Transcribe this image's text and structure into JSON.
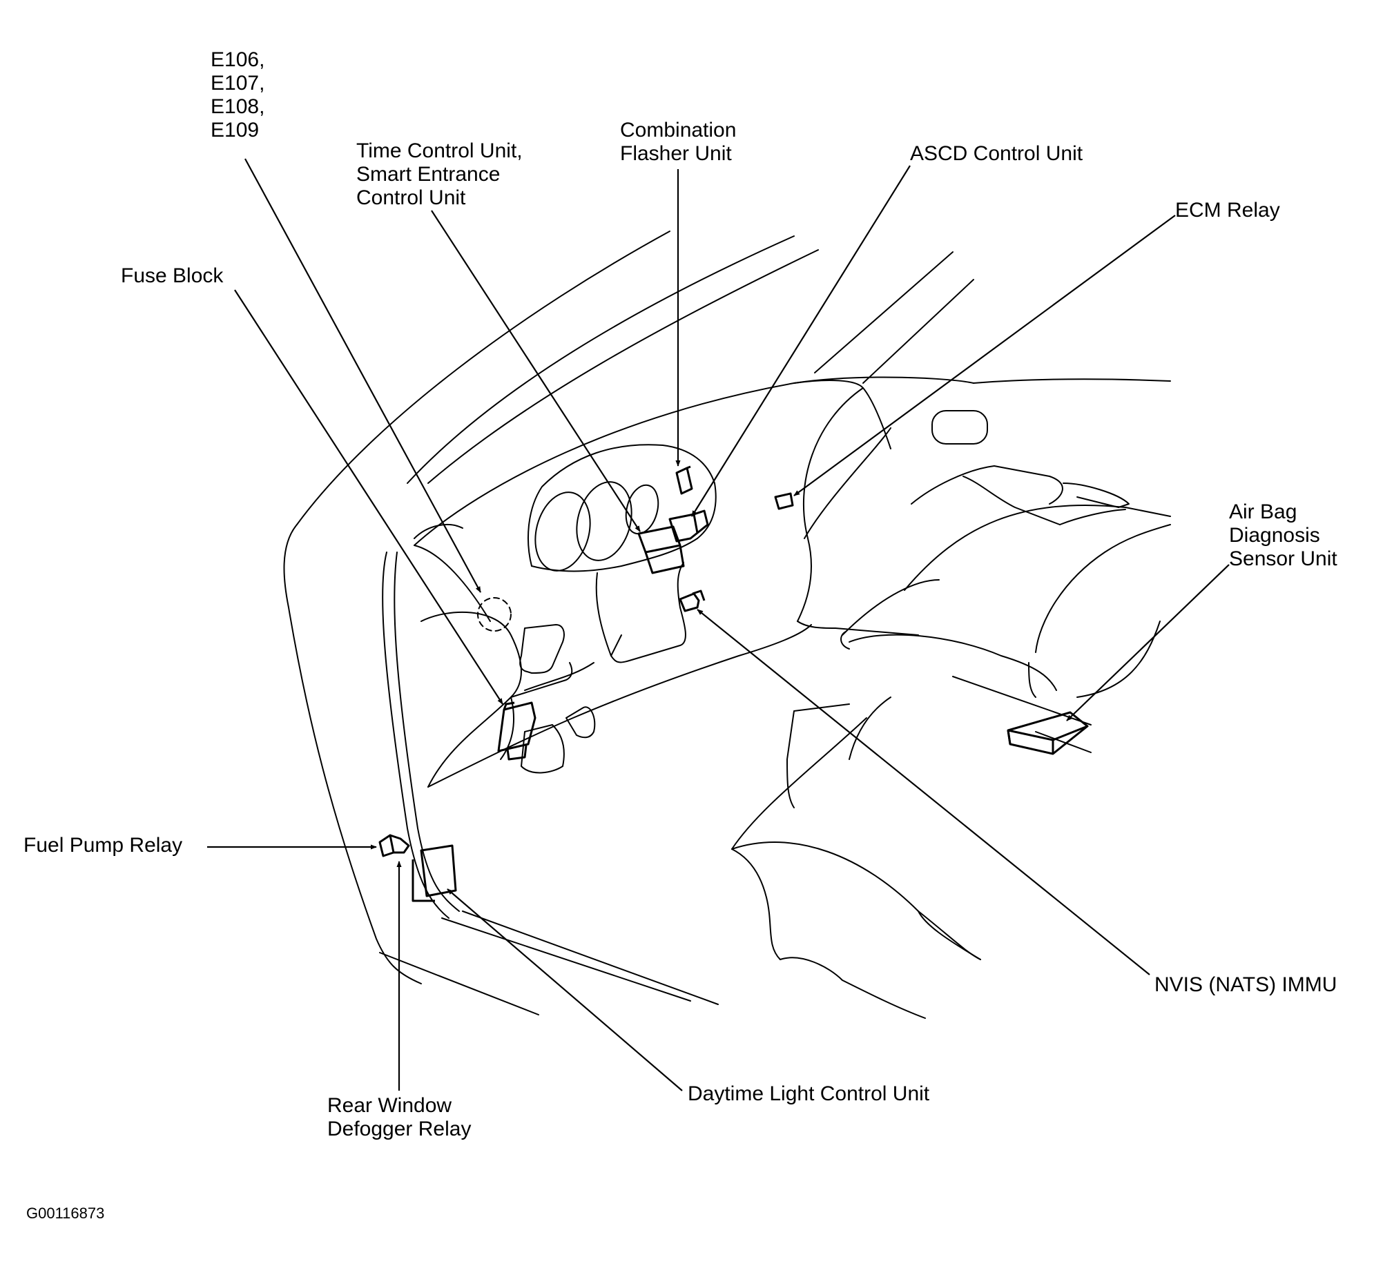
{
  "labels": {
    "e_connectors": [
      "E106,",
      "E107,",
      "E108,",
      "E109"
    ],
    "time_control": [
      "Time Control Unit,",
      "Smart Entrance",
      "Control Unit"
    ],
    "combination_flasher": [
      "Combination",
      "Flasher Unit"
    ],
    "ascd": "ASCD Control Unit",
    "ecm_relay": "ECM Relay",
    "fuse_block": "Fuse Block",
    "air_bag": [
      "Air Bag",
      "Diagnosis",
      "Sensor Unit"
    ],
    "fuel_pump": "Fuel Pump Relay",
    "nvis": "NVIS (NATS) IMMU",
    "rear_window": [
      "Rear Window",
      "Defogger Relay"
    ],
    "daytime_light": "Daytime Light Control Unit"
  },
  "figure_id": "G00116873"
}
